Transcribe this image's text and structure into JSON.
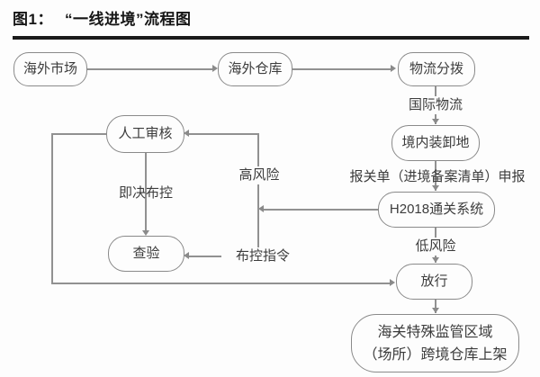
{
  "figure": {
    "title_prefix": "图1：",
    "title": "“一线进境”流程图"
  },
  "colors": {
    "background": "#fdfdfd",
    "rule": "#1b1b1b",
    "box_border": "#8a8a8a",
    "connector": "#919191",
    "text": "#3c3c3c",
    "title_text": "#161616"
  },
  "nodes": [
    {
      "id": "overseas-market",
      "label": "海外市场"
    },
    {
      "id": "overseas-warehouse",
      "label": "海外仓库"
    },
    {
      "id": "logistics-distribution",
      "label": "物流分拨"
    },
    {
      "id": "domestic-loading",
      "label": "境内装卸地"
    },
    {
      "id": "manual-review",
      "label": "人工审核"
    },
    {
      "id": "h2018-system",
      "label": "H2018通关系统"
    },
    {
      "id": "inspection",
      "label": "查验"
    },
    {
      "id": "release",
      "label": "放行"
    },
    {
      "id": "bonded-warehouse",
      "line1": "海关特殊监管区域",
      "line2": "（场所）跨境仓库上架"
    }
  ],
  "edge_labels": {
    "international_logistics": "国际物流",
    "declaration": "报关单（进境备案清单）申报",
    "high_risk": "高风险",
    "low_risk": "低风险",
    "immediate_control": "即决布控",
    "control_order": "布控指令"
  },
  "diagram": {
    "type": "flowchart",
    "edges": [
      {
        "from": "海外市场",
        "to": "海外仓库",
        "label": ""
      },
      {
        "from": "海外仓库",
        "to": "物流分拨",
        "label": ""
      },
      {
        "from": "物流分拨",
        "to": "境内装卸地",
        "label": "国际物流"
      },
      {
        "from": "境内装卸地",
        "to": "H2018通关系统",
        "label": "报关单（进境备案清单）申报"
      },
      {
        "from": "H2018通关系统",
        "to": "人工审核",
        "label": "高风险"
      },
      {
        "from": "人工审核",
        "to": "查验",
        "label": "即决布控"
      },
      {
        "from": "H2018通关系统",
        "to": "查验",
        "label": "布控指令"
      },
      {
        "from": "H2018通关系统",
        "to": "放行",
        "label": "低风险"
      },
      {
        "from": "人工审核",
        "to": "放行",
        "label": ""
      },
      {
        "from": "放行",
        "to": "海关特殊监管区域（场所）跨境仓库上架",
        "label": ""
      }
    ]
  }
}
